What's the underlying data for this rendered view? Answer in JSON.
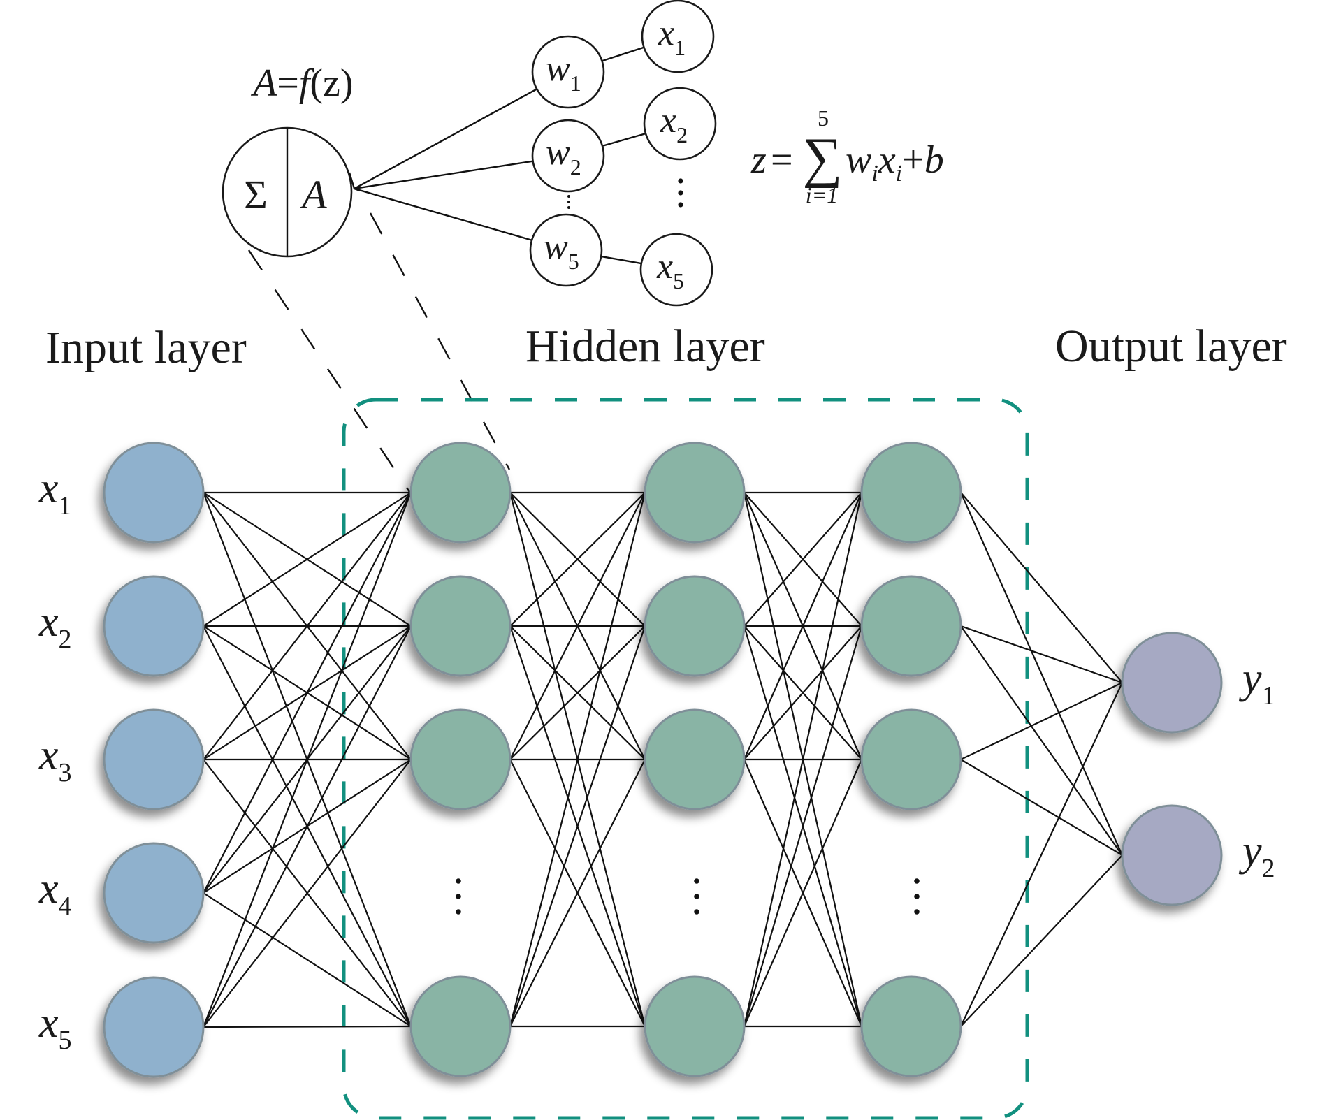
{
  "figure": {
    "neuron_detail": {
      "activation_formula": {
        "lhs": "A",
        "eq": "=",
        "fn": "f",
        "arg": "(z)"
      },
      "sum_symbol": "Σ",
      "activation_symbol": "A",
      "weights": [
        {
          "base": "w",
          "sub": "1"
        },
        {
          "base": "w",
          "sub": "2"
        },
        {
          "base": "w",
          "sub": "5"
        }
      ],
      "inputs": [
        {
          "base": "x",
          "sub": "1"
        },
        {
          "base": "x",
          "sub": "2"
        },
        {
          "base": "x",
          "sub": "5"
        }
      ],
      "weight_ellipsis": "⋮",
      "input_ellipsis": "⋮",
      "sum_formula": {
        "lhs": "z",
        "eq": "=",
        "sigma": "∑",
        "upper": "5",
        "lower": "i=1",
        "w": "w",
        "wsub": "i",
        "x": "x",
        "xsub": "i",
        "plus": "+",
        "bias": "b"
      }
    },
    "layer_labels": {
      "input": "Input layer",
      "hidden": "Hidden layer",
      "output": "Output layer"
    },
    "input_layer": {
      "color": "#8fb1cd",
      "nodes": [
        {
          "base": "x",
          "sub": "1"
        },
        {
          "base": "x",
          "sub": "2"
        },
        {
          "base": "x",
          "sub": "3"
        },
        {
          "base": "x",
          "sub": "4"
        },
        {
          "base": "x",
          "sub": "5"
        }
      ]
    },
    "hidden_layers": {
      "color": "#89b4a5",
      "box_color": "#12907f",
      "count": 3,
      "visible_nodes_per_layer": 4,
      "ellipsis": "⋮"
    },
    "output_layer": {
      "color": "#a6a9c3",
      "nodes": [
        {
          "base": "y",
          "sub": "1"
        },
        {
          "base": "y",
          "sub": "2"
        }
      ]
    },
    "connectivity": "fully-connected"
  }
}
